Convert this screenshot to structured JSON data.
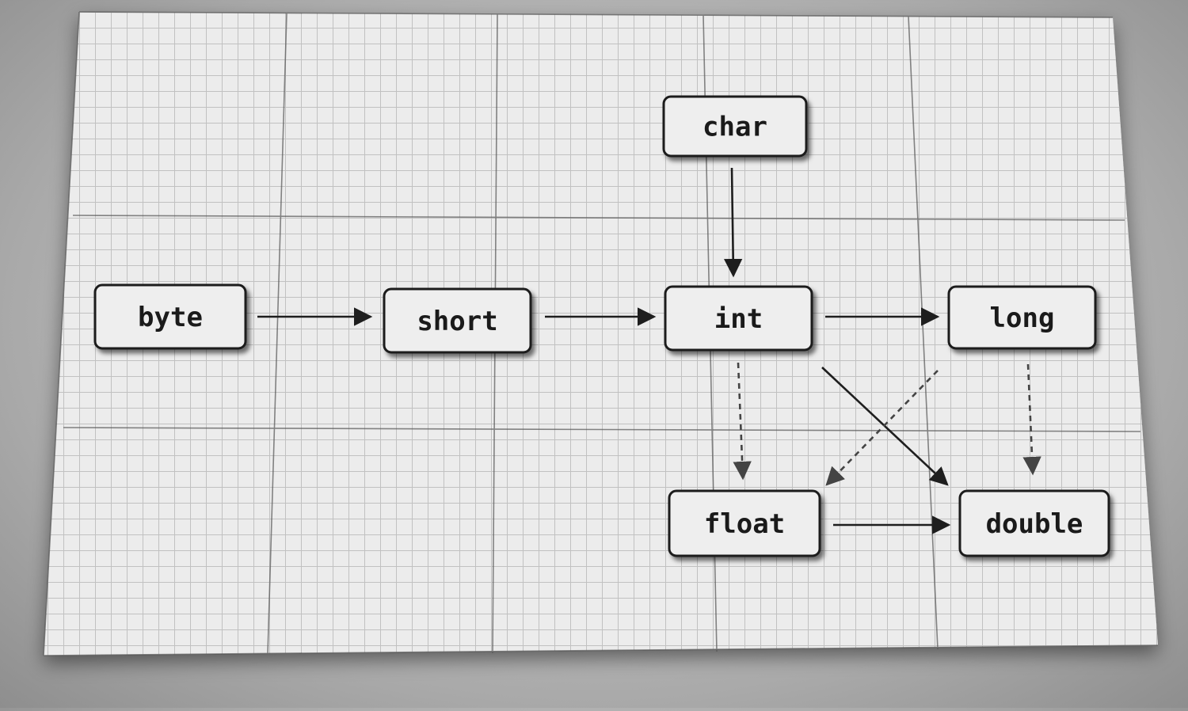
{
  "diagram": {
    "nodes": [
      {
        "id": "byte",
        "label": "byte"
      },
      {
        "id": "short",
        "label": "short"
      },
      {
        "id": "char",
        "label": "char"
      },
      {
        "id": "int",
        "label": "int"
      },
      {
        "id": "long",
        "label": "long"
      },
      {
        "id": "float",
        "label": "float"
      },
      {
        "id": "double",
        "label": "double"
      }
    ],
    "edges": [
      {
        "from": "byte",
        "to": "short",
        "style": "solid"
      },
      {
        "from": "short",
        "to": "int",
        "style": "solid"
      },
      {
        "from": "char",
        "to": "int",
        "style": "solid"
      },
      {
        "from": "int",
        "to": "long",
        "style": "solid"
      },
      {
        "from": "int",
        "to": "float",
        "style": "dashed"
      },
      {
        "from": "int",
        "to": "double",
        "style": "solid"
      },
      {
        "from": "long",
        "to": "float",
        "style": "dashed"
      },
      {
        "from": "long",
        "to": "double",
        "style": "dashed"
      },
      {
        "from": "float",
        "to": "double",
        "style": "solid"
      }
    ]
  },
  "colors": {
    "paper": "#ececec",
    "grid_minor": "#b9b9b9",
    "grid_major": "#555555",
    "box_fill": "#eeeeee",
    "box_stroke": "#1e1e1e",
    "arrow": "#1e1e1e",
    "arrow_dashed": "#444444"
  }
}
